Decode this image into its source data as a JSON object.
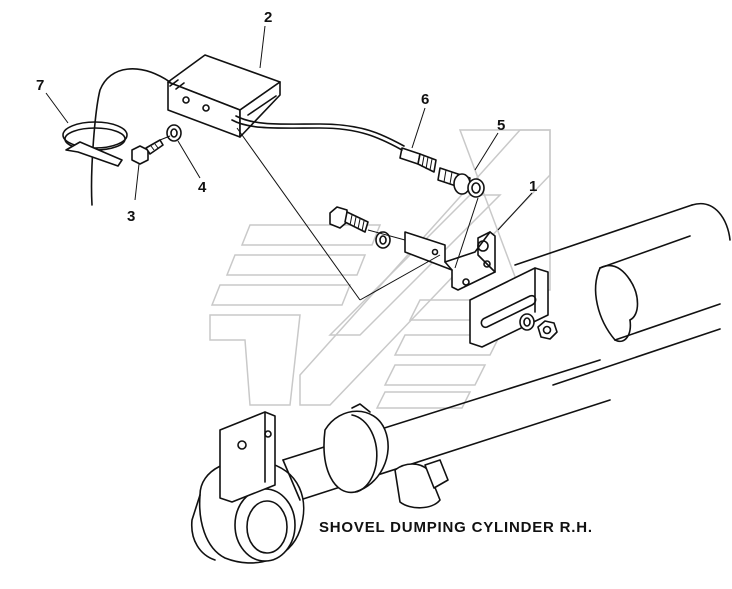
{
  "caption": "SHOVEL DUMPING CYLINDER R.H.",
  "callouts": [
    {
      "id": "1",
      "part": "mounting-bracket"
    },
    {
      "id": "2",
      "part": "control-box"
    },
    {
      "id": "3",
      "part": "bolt"
    },
    {
      "id": "4",
      "part": "washer"
    },
    {
      "id": "5",
      "part": "proximity-sensor"
    },
    {
      "id": "6",
      "part": "connector"
    },
    {
      "id": "7",
      "part": "cable-tie"
    }
  ]
}
